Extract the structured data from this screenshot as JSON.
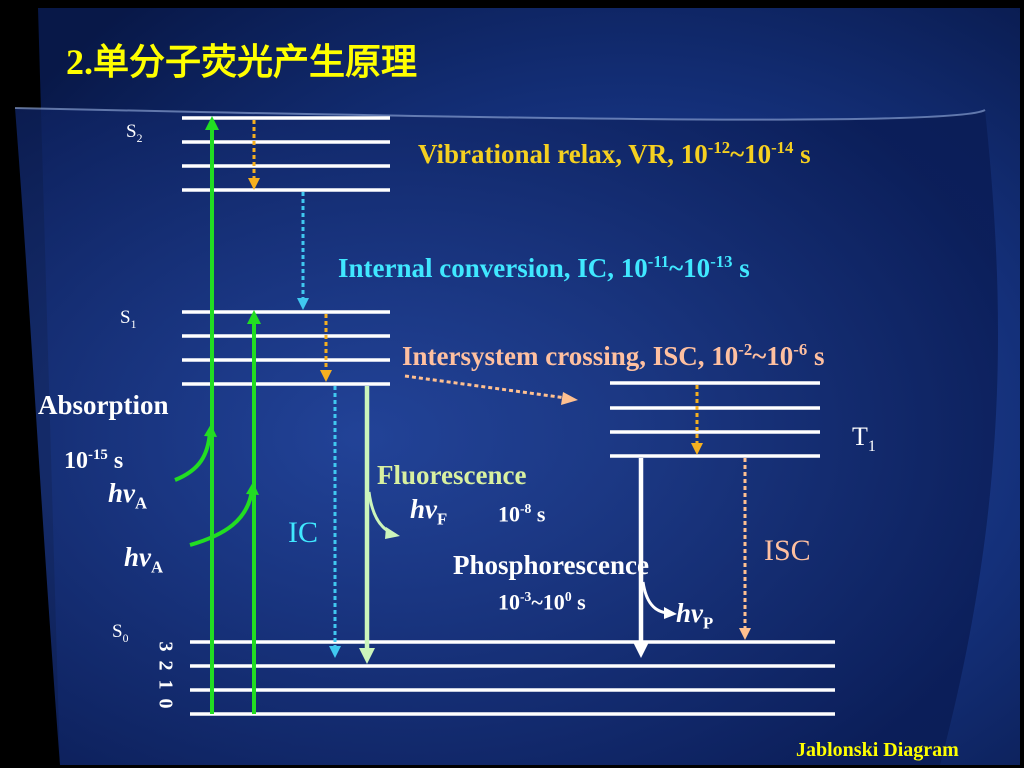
{
  "title": "2.单分子荧光产生原理",
  "footer": "Jablonski Diagram",
  "states": {
    "s2": {
      "label": "S",
      "sub": "2"
    },
    "s1": {
      "label": "S",
      "sub": "1"
    },
    "s0": {
      "label": "S",
      "sub": "0"
    },
    "t1": {
      "label": "T",
      "sub": "1"
    }
  },
  "vibrational_levels": "3 2 1 0",
  "processes": {
    "vr": {
      "text": "Vibrational relax, VR, 10",
      "e1": "-12",
      "mid": "~10",
      "e2": "-14",
      "unit": " s"
    },
    "ic": {
      "text": "Internal conversion, IC, 10",
      "e1": "-11",
      "mid": "~10",
      "e2": "-13",
      "unit": " s"
    },
    "isc": {
      "text": "Intersystem crossing, ISC, 10",
      "e1": "-2",
      "mid": "~10",
      "e2": "-6",
      "unit": " s"
    }
  },
  "absorption": {
    "label": "Absorption",
    "time_base": "10",
    "time_exp": "-15",
    "time_unit": " s",
    "hv1_sub": "A",
    "hv2_sub": "A"
  },
  "fluorescence": {
    "label": "Fluorescence",
    "hv_sub": "F",
    "time_base": "10",
    "time_exp": "-8",
    "time_unit": " s"
  },
  "phosphorescence": {
    "label": "Phosphorescence",
    "b1": "10",
    "e1": "-3",
    "mid": "~10",
    "e2": "0",
    "unit": " s",
    "hv_sub": "P"
  },
  "ic_label": "IC",
  "isc_label": "ISC",
  "hv_h": "h",
  "hv_nu": "ν",
  "colors": {
    "absorption": "#22dd22",
    "vr_arrow": "#f5b020",
    "ic_arrow": "#40c8f0",
    "isc_arrow": "#ffc090",
    "fluorescence": "#ccf5bb",
    "title": "#ffff00",
    "vr_text": "#f5d020",
    "ic_text": "#40e8ff",
    "isc_text": "#ffc0a0",
    "fluor_text": "#d8f0a0",
    "footer": "#ffff00"
  }
}
